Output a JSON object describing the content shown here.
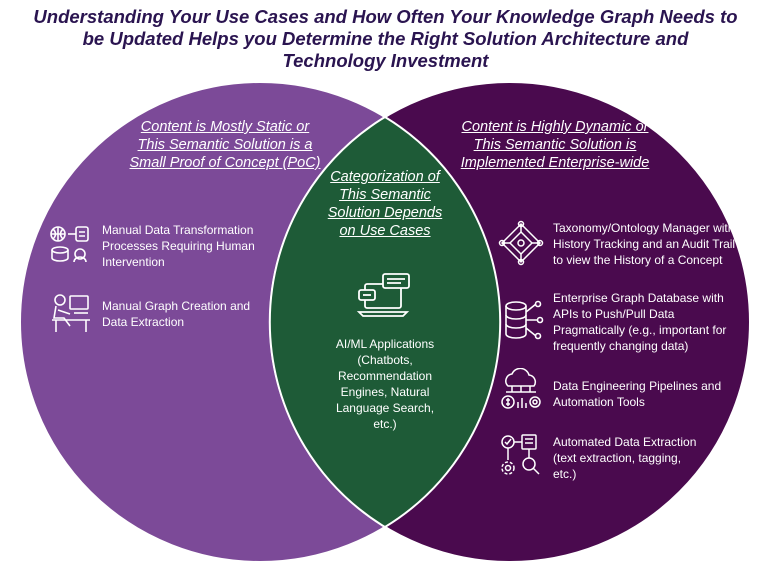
{
  "title": {
    "lines": [
      "Understanding Your Use Cases and How Often Your Knowledge Graph Needs to",
      "be Updated Helps you Determine the Right Solution Architecture and",
      "Technology Investment"
    ]
  },
  "colors": {
    "left_circle": "#7c4a98",
    "right_circle": "#4a0a4e",
    "overlap": "#1e5b37",
    "title": "#2a1450"
  },
  "left": {
    "heading": [
      "Content is Mostly Static or",
      "This Semantic Solution is a",
      "Small Proof of Concept (PoC)"
    ],
    "items": [
      {
        "icon": "data-transformation-icon",
        "lines": [
          "Manual Data Transformation",
          "Processes Requiring Human",
          "Intervention"
        ]
      },
      {
        "icon": "person-at-computer-icon",
        "lines": [
          "Manual Graph Creation and",
          "Data Extraction"
        ]
      }
    ]
  },
  "center": {
    "heading": [
      "Categorization of",
      "This Semantic",
      "Solution Depends",
      "on Use Cases"
    ],
    "icon": "chatbot-laptop-icon",
    "apps": [
      "AI/ML Applications",
      "(Chatbots,",
      "Recommendation",
      "Engines, Natural",
      "Language Search,",
      "etc.)"
    ]
  },
  "right": {
    "heading": [
      "Content is Highly Dynamic or",
      "This Semantic Solution is",
      "Implemented Enterprise-wide"
    ],
    "items": [
      {
        "icon": "taxonomy-network-icon",
        "lines": [
          "Taxonomy/Ontology Manager with",
          "History Tracking and an Audit Trail",
          "to view the History of a Concept"
        ]
      },
      {
        "icon": "graph-database-icon",
        "lines": [
          "Enterprise Graph Database with",
          "APIs to Push/Pull Data",
          "Pragmatically (e.g., important for",
          "frequently changing data)"
        ]
      },
      {
        "icon": "cloud-pipeline-icon",
        "lines": [
          "Data Engineering Pipelines and",
          "Automation Tools"
        ]
      },
      {
        "icon": "automation-gears-icon",
        "lines": [
          "Automated Data Extraction",
          "(text extraction, tagging,",
          "etc.)"
        ]
      }
    ]
  }
}
